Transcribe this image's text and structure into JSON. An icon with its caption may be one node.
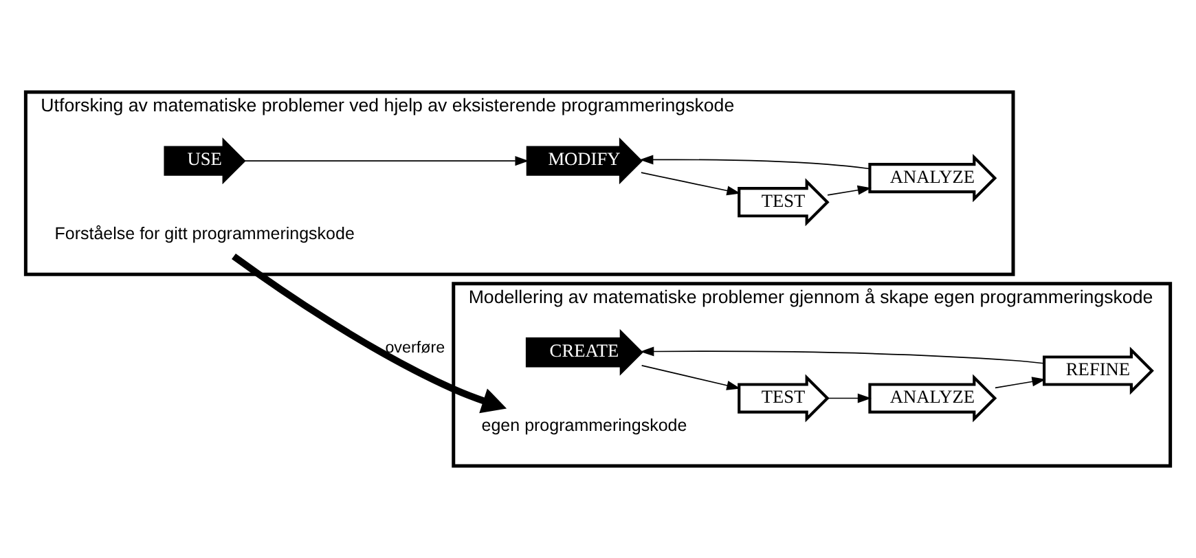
{
  "diagram": {
    "nodes": [
      {
        "text": [
          "Utforsking av matematiske problemer ved hjelp av eksisterende programmeringskode"
        ]
      },
      {
        "text": [
          "USE"
        ],
        "in": 0
      },
      {
        "text": [
          "MODIFY"
        ],
        "in": 0
      },
      {
        "text": [
          "TEST"
        ],
        "in": 0
      },
      {
        "text": [
          "ANALYZE"
        ],
        "in": 0
      },
      {
        "text": [
          "Forståelse for gitt programmeringskode"
        ],
        "in": 0
      },
      {
        "text": [
          "Modellering av matematiske problemer gjennom å skape egen programmeringskode"
        ]
      },
      {
        "text": [
          "CREATE"
        ],
        "in": 6
      },
      {
        "text": [
          "TEST"
        ],
        "in": 6
      },
      {
        "text": [
          "ANALYZE"
        ],
        "in": 6
      },
      {
        "text": [
          "REFINE"
        ],
        "in": 6
      },
      {
        "text": [
          "egen programmeringskode"
        ],
        "in": 6
      }
    ],
    "edges": [
      {
        "from": 1,
        "to": 2,
        "arrow": "to"
      },
      {
        "from": 2,
        "to": 3,
        "arrow": "to"
      },
      {
        "from": 3,
        "to": 4,
        "arrow": "to"
      },
      {
        "from": 4,
        "to": 2,
        "arrow": "to"
      },
      {
        "from": 7,
        "to": 8,
        "arrow": "to"
      },
      {
        "from": 8,
        "to": 9,
        "arrow": "to"
      },
      {
        "from": 9,
        "to": 10,
        "arrow": "to"
      },
      {
        "from": 10,
        "to": 7,
        "arrow": "to"
      },
      {
        "from": 5,
        "to": 11,
        "arrow": "to",
        "label": "overføre",
        "style": "thick"
      }
    ]
  }
}
